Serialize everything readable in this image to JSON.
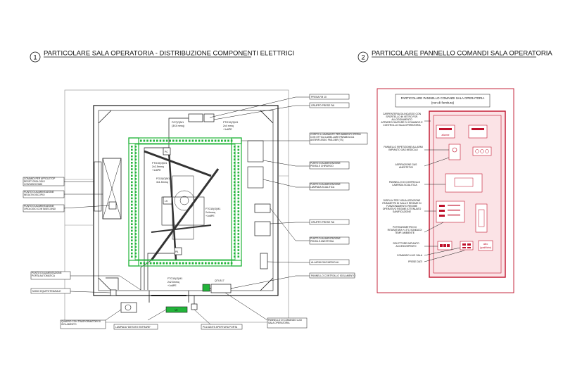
{
  "left": {
    "number": "1",
    "title": "PARTICOLARE SALA OPERATORIA - DISTRIBUZIONE COMPONENTI ELETTRICI",
    "right_labels": [
      "PRESA FM 10",
      "GRUPPO PRESE FAI",
      "CORPO ILLUMINANTE PER AMBIENTI STERILI CON OTTICA LAMELLARE PARABOLICA ANTIRIFLESSO FM3.2/BR (TS)",
      "PUNTO DI ALIMENTAZIONE PENSILE CHIRURGO",
      "PUNTO DI ALIMENTAZIONE LAMPADA SCIALITICA",
      "GRUPPO PRESE FAI",
      "PUNTO DI ALIMENTAZIONE PENSILE ANESTESIA",
      "ALLARMI GAS MEDICALI",
      "PANNELLO CONTROLLO ISOLAMENTO",
      "PANNELLO DI COMANDO LUCI SALA OPERATORIA"
    ],
    "left_labels": [
      "COMANDI PER AFFICLETOP RESET OROLOGIO CONTASECONDI",
      "PUNTO DI ALIMENTAZIONE NEGATIVOSCOPIO",
      "PUNTO DI ALIMENTAZIONE OROLOGIO CONTASECONDI",
      "PUNTO DI ALIMENTAZIONE PORTA AUTOMATICA",
      "NODO EQUIPOTENZIALE",
      "QUADRO CON TRASFORMATORI DI ISOLAMENTO"
    ],
    "bottom_labels": [
      "LAMPADA \"DIETATO ENTRARE\"",
      "PULSANTE APERTURA PORTA"
    ],
    "cable_labels": [
      "FG7(O)M1",
      "(3X4 mmq)",
      "FTG10(O)M1",
      "2x4 mmq",
      "+1x6PE",
      "FTG10(O)M1",
      "2x2.5mmq",
      "+1x6PE",
      "FG10(O)M1",
      "3x1.5mmq",
      "FTG10(O)M1",
      "2x4mmq",
      "+1x6PE",
      "FTG10(O)M1",
      "2x2.5mmq",
      "+1x6PE"
    ],
    "tags": [
      "QTI-B17",
      "VE",
      "PC",
      "LS",
      "PA"
    ]
  },
  "right": {
    "number": "2",
    "title": "PARTICOLARE PANNELLO COMANDI SALA OPERATORIA",
    "panel_title": "PARTICOLARE PANNELLO COMANDI SALA OPERATORIA",
    "panel_subtitle": "(non di fornitura)",
    "labels": [
      "CARPENTERIA DA INCASSO CON SPORTELLO IN VETRO FSP, ALLOGGIAMENTO APPARECCHIATURE DI COMANDO E CONTROLLO SALA OPERATORIA",
      "PANNELLO RIPETIZIONE ALLARMI IMPIANTO GAS MEDICALI",
      "ASPIRAZIONE GAS ANESTETICI",
      "PANNELLO DI CONTROLLO LAMPADA SCIALITICA",
      "DISPLAY PER VISUALIZZAZIONE PARAMETRI DI SALA E REGIME DI FUNZIONAMENTO REGIME OPERATIVO REGIME ATTENUATO SANIFICAZIONE",
      "POTENZIOMETRO DI RITARATURA +/-3°C SONDA DI TEMP. AMBIENTE",
      "SELETTORE IMPIANTO ACCESO/SPENTO",
      "COMANDO LUCI SALA",
      "PRESE DATI"
    ],
    "panel_text": [
      "allarme",
      "altro",
      "(qualifiche)"
    ]
  },
  "colors": {
    "green": "#22b43a",
    "red": "#c0112b",
    "line": "#1a1a1a"
  }
}
